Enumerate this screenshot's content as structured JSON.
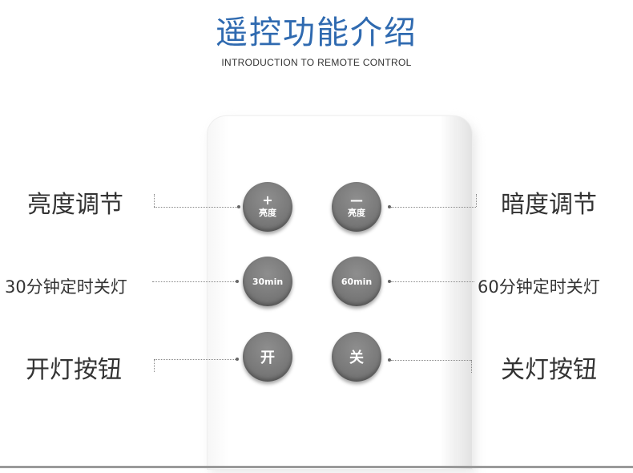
{
  "header": {
    "title": "遥控功能介绍",
    "subtitle": "INTRODUCTION TO REMOTE CONTROL"
  },
  "buttons": {
    "brightness_up": {
      "symbol": "+",
      "label": "亮度"
    },
    "brightness_down": {
      "symbol": "—",
      "label": "亮度"
    },
    "timer_30": {
      "label": "30min"
    },
    "timer_60": {
      "label": "60min"
    },
    "on": {
      "label": "开"
    },
    "off": {
      "label": "关"
    }
  },
  "labels": {
    "brightness_up": "亮度调节",
    "brightness_down": "暗度调节",
    "timer_30": "30分钟定时关灯",
    "timer_60": "60分钟定时关灯",
    "on": "开灯按钮",
    "off": "关灯按钮"
  },
  "colors": {
    "title": "#2f6ab0",
    "button": "#7a7a7a",
    "text": "#333333"
  }
}
